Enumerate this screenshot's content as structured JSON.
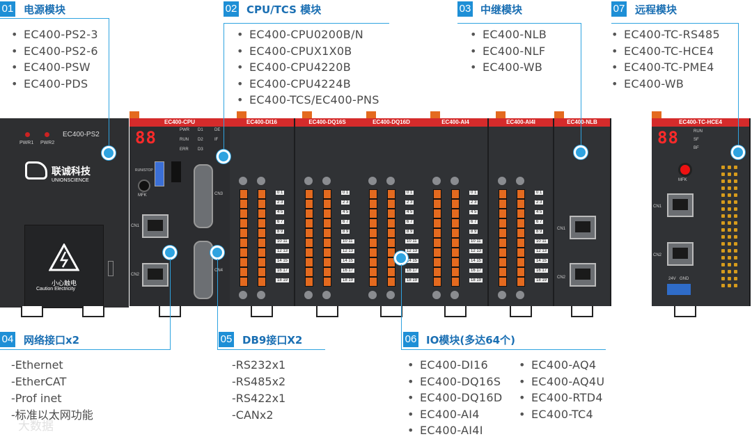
{
  "callouts": {
    "c01": {
      "num": "01",
      "title": "电源模块",
      "items": [
        "EC400-PS2-3",
        "EC400-PS2-6",
        "EC400-PSW",
        "EC400-PDS"
      ]
    },
    "c02": {
      "num": "02",
      "title": "CPU/TCS 模块",
      "items": [
        "EC400-CPU0200B/N",
        "EC400-CPUX1X0B",
        "EC400-CPU4220B",
        "EC400-CPU4224B",
        "EC400-TCS/EC400-PNS"
      ]
    },
    "c03": {
      "num": "03",
      "title": "中继模块",
      "items": [
        "EC400-NLB",
        "EC400-NLF",
        "EC400-WB"
      ]
    },
    "c07": {
      "num": "07",
      "title": "远程模块",
      "items": [
        "EC400-TC-RS485",
        "EC400-TC-HCE4",
        "EC400-TC-PME4",
        "EC400-WB"
      ]
    },
    "c04": {
      "num": "04",
      "title": "网络接口x2",
      "items": [
        "-Ethernet",
        "-EtherCAT",
        "-Prof inet",
        "-标准以太网功能"
      ]
    },
    "c05": {
      "num": "05",
      "title": "DB9接口X2",
      "items": [
        "-RS232x1",
        "-RS485x2",
        "-RS422x1",
        "-CANx2"
      ]
    },
    "c06": {
      "num": "06",
      "title": "IO模块(多达64个)",
      "items_left": [
        "EC400-DI16",
        "EC400-DQ16S",
        "EC400-DQ16D",
        "EC400-AI4",
        "EC400-AI4I"
      ],
      "items_right": [
        "EC400-AQ4",
        "EC400-AQ4U",
        "EC400-RTD4",
        "EC400-TC4"
      ]
    }
  },
  "hardware": {
    "ps": {
      "label": "EC400-PS2",
      "pwr1": "PWR1",
      "pwr2": "PWR2",
      "brand_cn": "联诚科技",
      "brand_en": "UNIONSCIENCE",
      "caution_cn": "小心触电",
      "caution_en": "Caution Electricity"
    },
    "cpu": {
      "head": "EC400-CPU",
      "seg": "88",
      "pwr": "PWR",
      "run": "RUN",
      "err": "ERR",
      "d1": "D1",
      "d2": "D2",
      "d3": "D3",
      "de": "DE",
      "if": "IF",
      "runstop": "RUN/STOP",
      "mfk": "MFK",
      "cn1": "CN1",
      "cn2": "CN2",
      "cn3": "CN3",
      "cn4": "CN4"
    },
    "io_heads": [
      "EC400-DI16",
      "EC400-DQ16S",
      "EC400-DQ16D",
      "EC400-AI4",
      "EC400-AI4I"
    ],
    "nlb": {
      "head": "EC400-NLB",
      "cn1": "CN1",
      "cn2": "CN2"
    },
    "tc": {
      "head": "EC400-TC-HCE4",
      "seg": "88",
      "run": "RUN",
      "sf": "SF",
      "bf": "BF",
      "mfk": "MFK",
      "cn1": "CN1",
      "cn2": "CN2",
      "v24": "24V",
      "gnd": "GND"
    },
    "term_numbers": [
      "0 1",
      "2 3",
      "4 5",
      "6 7",
      "8 9",
      "10 11",
      "12 13",
      "14 15",
      "16 17",
      "18 19"
    ]
  },
  "watermark": "大数据"
}
